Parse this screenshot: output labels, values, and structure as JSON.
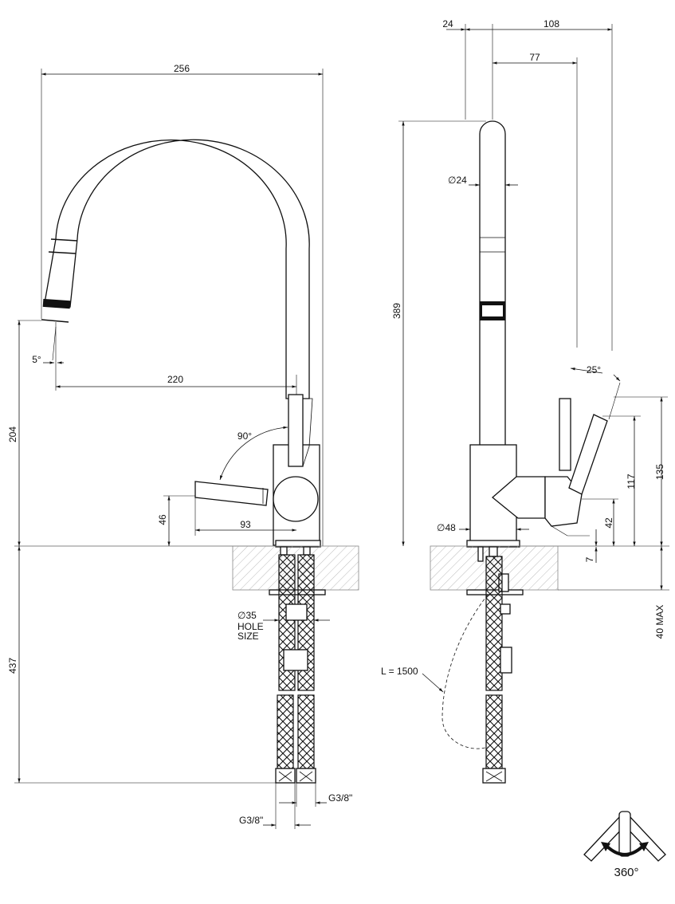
{
  "front_view": {
    "dim_width": "256",
    "dim_reach": "220",
    "dim_angle_spout": "5°",
    "dim_height": "204",
    "dim_handle_angle": "90°",
    "dim_handle_height": "46",
    "dim_handle_reach": "93",
    "dim_hole_diameter": "∅35",
    "hole_label_1": "HOLE",
    "hole_label_2": "SIZE",
    "dim_hose_length": "437",
    "thread_left": "G3/8\"",
    "thread_right": "G3/8\""
  },
  "side_view": {
    "dim_offset": "24",
    "dim_width": "108",
    "dim_reach": "77",
    "dim_spout_diameter": "∅24",
    "dim_height": "389",
    "dim_lever_angle": "25°",
    "dim_base_diameter": "∅48",
    "dim_lever_height_1": "117",
    "dim_lever_height_2": "135",
    "dim_lever_height_3": "42",
    "dim_gap": "7",
    "dim_deck_max": "40 MAX",
    "hose_label": "L = 1500"
  },
  "rotation_badge": {
    "label": "360°"
  }
}
